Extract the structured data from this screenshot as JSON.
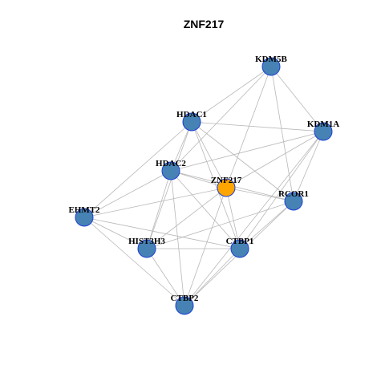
{
  "title": "ZNF217",
  "colors": {
    "node_default": "#4682b4",
    "node_focus": "#ffa500",
    "node_border": "#1c3fd6",
    "edge": "#b8b8b8"
  },
  "nodes": [
    {
      "id": "KDM5B",
      "focus": false
    },
    {
      "id": "HDAC1",
      "focus": false
    },
    {
      "id": "KDM1A",
      "focus": false
    },
    {
      "id": "HDAC2",
      "focus": false
    },
    {
      "id": "ZNF217",
      "focus": true
    },
    {
      "id": "RCOR1",
      "focus": false
    },
    {
      "id": "EHMT2",
      "focus": false
    },
    {
      "id": "HIST3H3",
      "focus": false
    },
    {
      "id": "CTBP1",
      "focus": false
    },
    {
      "id": "CTBP2",
      "focus": false
    }
  ],
  "edges": [
    [
      "KDM5B",
      "HDAC1"
    ],
    [
      "KDM5B",
      "KDM1A"
    ],
    [
      "KDM5B",
      "HDAC2"
    ],
    [
      "KDM5B",
      "ZNF217"
    ],
    [
      "KDM5B",
      "RCOR1"
    ],
    [
      "HDAC1",
      "KDM1A"
    ],
    [
      "HDAC1",
      "HDAC2"
    ],
    [
      "HDAC1",
      "ZNF217"
    ],
    [
      "HDAC1",
      "RCOR1"
    ],
    [
      "HDAC1",
      "EHMT2"
    ],
    [
      "HDAC1",
      "HIST3H3"
    ],
    [
      "HDAC1",
      "CTBP1"
    ],
    [
      "KDM1A",
      "HDAC2"
    ],
    [
      "KDM1A",
      "ZNF217"
    ],
    [
      "KDM1A",
      "RCOR1"
    ],
    [
      "KDM1A",
      "CTBP1"
    ],
    [
      "KDM1A",
      "CTBP2"
    ],
    [
      "HDAC2",
      "ZNF217"
    ],
    [
      "HDAC2",
      "RCOR1"
    ],
    [
      "HDAC2",
      "EHMT2"
    ],
    [
      "HDAC2",
      "HIST3H3"
    ],
    [
      "HDAC2",
      "CTBP1"
    ],
    [
      "HDAC2",
      "CTBP2"
    ],
    [
      "ZNF217",
      "RCOR1"
    ],
    [
      "ZNF217",
      "HIST3H3"
    ],
    [
      "ZNF217",
      "CTBP1"
    ],
    [
      "ZNF217",
      "CTBP2"
    ],
    [
      "ZNF217",
      "EHMT2"
    ],
    [
      "RCOR1",
      "CTBP1"
    ],
    [
      "RCOR1",
      "CTBP2"
    ],
    [
      "RCOR1",
      "HIST3H3"
    ],
    [
      "EHMT2",
      "HIST3H3"
    ],
    [
      "EHMT2",
      "CTBP1"
    ],
    [
      "EHMT2",
      "CTBP2"
    ],
    [
      "HIST3H3",
      "CTBP1"
    ],
    [
      "HIST3H3",
      "CTBP2"
    ],
    [
      "CTBP1",
      "CTBP2"
    ]
  ]
}
